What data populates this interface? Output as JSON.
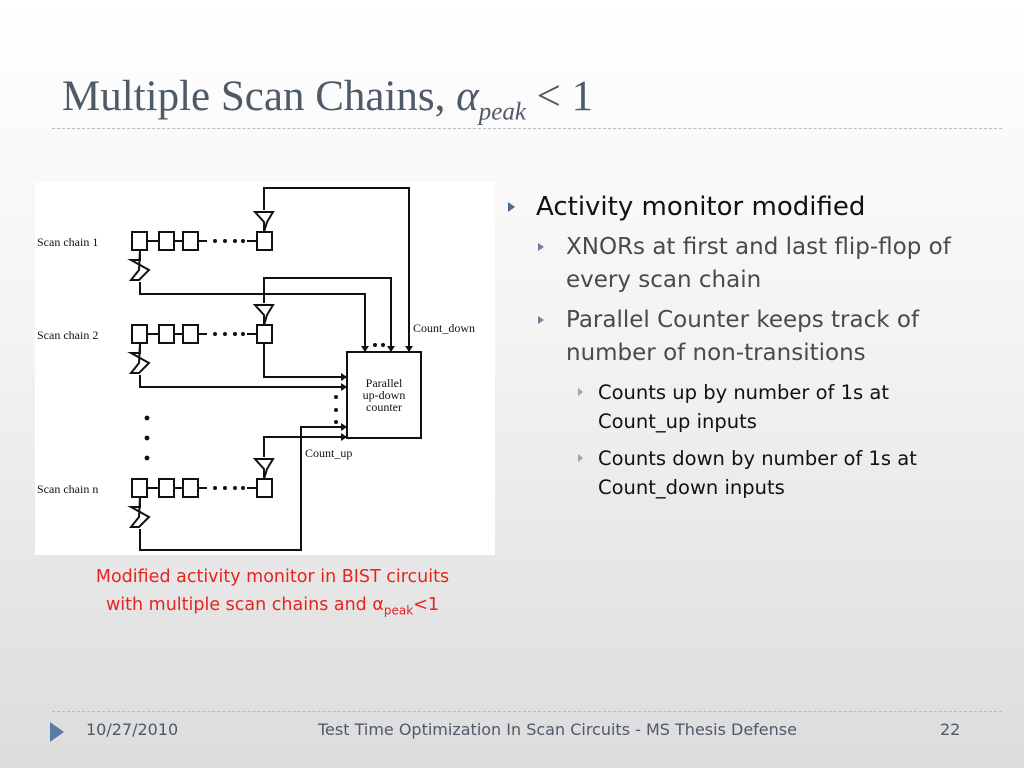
{
  "slide": {
    "title_main": "Multiple Scan Chains, ",
    "title_alpha": "α",
    "title_sub": "peak",
    "title_rest": " < 1"
  },
  "figure": {
    "chain_labels": [
      "Scan chain 1",
      "Scan chain 2",
      "Scan chain n"
    ],
    "count_down_label": "Count_down",
    "count_up_label": "Count_up",
    "counter_lines": [
      "Parallel",
      "up-down",
      "counter"
    ]
  },
  "caption": {
    "line1": "Modified activity monitor in BIST circuits",
    "line2_prefix": "with multiple scan chains and α",
    "line2_sub": "peak",
    "line2_suffix": "<1"
  },
  "bullets": {
    "l1": "Activity monitor modified",
    "l2_1": "XNORs at first and last flip-flop of every scan chain",
    "l2_2": "Parallel Counter keeps track of number of non-transitions",
    "l3_1": "Counts up by number of 1s at Count_up inputs",
    "l3_2": "Counts down by number of 1s at Count_down inputs"
  },
  "footer": {
    "date": "10/27/2010",
    "title": "Test Time Optimization In Scan Circuits - MS Thesis Defense",
    "page": "22"
  },
  "colors": {
    "title": "#4f5a68",
    "caption": "#e8231f",
    "bullet_arrow": "#4f6a8a",
    "footer_icon": "#5b7aa6"
  }
}
